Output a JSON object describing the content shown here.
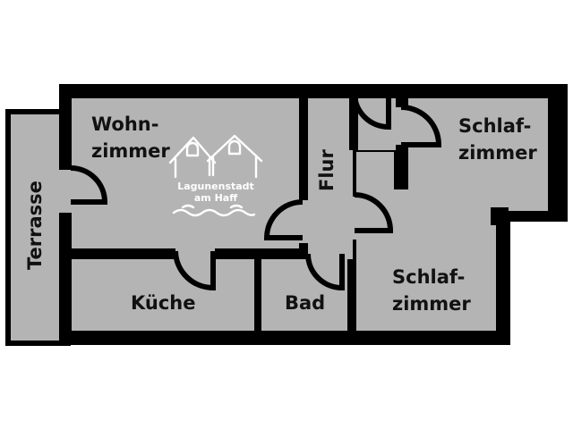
{
  "plan": {
    "title": "",
    "rooms": {
      "wohnzimmer": {
        "line1": "Wohn-",
        "line2": "zimmer"
      },
      "kueche": "Küche",
      "bad": "Bad",
      "flur": "Flur",
      "terrasse": "Terrasse",
      "schlafzimmer_1": {
        "line1": "Schlaf-",
        "line2": "zimmer"
      },
      "schlafzimmer_2": {
        "line1": "Schlaf-",
        "line2": "zimmer"
      }
    },
    "logo": {
      "icon": "two-houses-waves-icon",
      "line1": "Lagunenstadt",
      "line2": "am Haff"
    },
    "colors": {
      "room_fill": "#b4b4b4",
      "wall": "#000000",
      "logo": "#ffffff"
    }
  }
}
